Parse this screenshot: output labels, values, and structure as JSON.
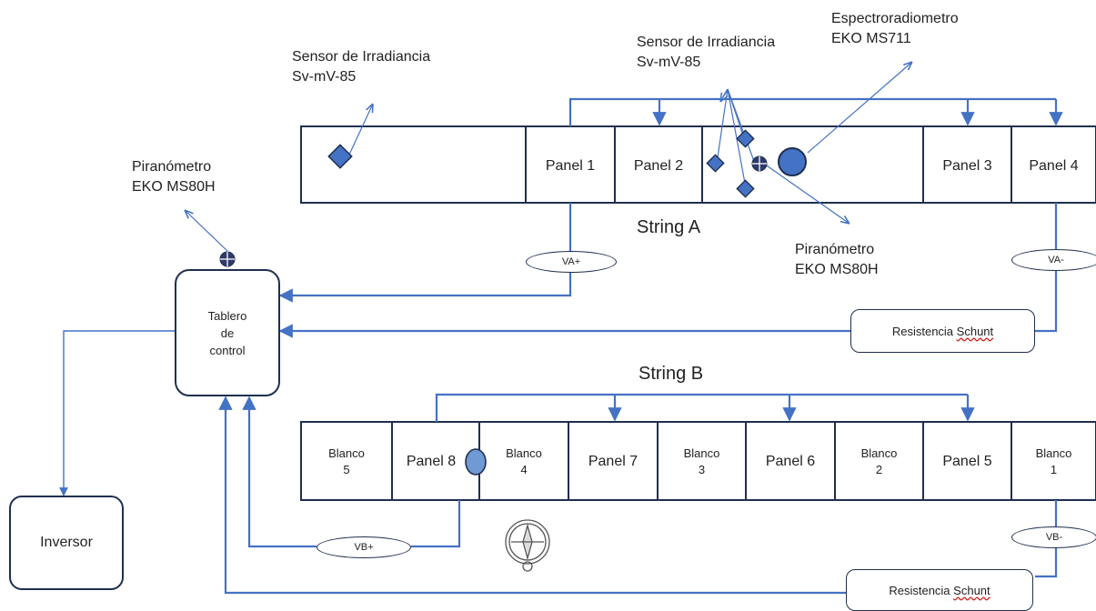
{
  "string_a": {
    "title": "String A",
    "cells": [
      "Panel 1",
      "Panel 2",
      "Panel 3",
      "Panel 4"
    ]
  },
  "string_b": {
    "title": "String B",
    "cells": [
      {
        "line1": "Blanco",
        "line2": "5"
      },
      {
        "line1": "Panel 8",
        "line2": ""
      },
      {
        "line1": "Blanco",
        "line2": "4"
      },
      {
        "line1": "Panel 7",
        "line2": ""
      },
      {
        "line1": "Blanco",
        "line2": "3"
      },
      {
        "line1": "Panel 6",
        "line2": ""
      },
      {
        "line1": "Blanco",
        "line2": "2"
      },
      {
        "line1": "Panel 5",
        "line2": ""
      },
      {
        "line1": "Blanco",
        "line2": "1"
      }
    ]
  },
  "labels": {
    "sensor_left": {
      "line1": "Sensor de Irradiancia",
      "line2": "Sv-mV-85"
    },
    "sensor_right": {
      "line1": "Sensor de Irradiancia",
      "line2": "Sv-mV-85"
    },
    "spectro": {
      "line1": "Espectroradiometro",
      "line2": "EKO MS711"
    },
    "pyrano_left": {
      "line1": "Piranómetro",
      "line2": "EKO MS80H"
    },
    "pyrano_right": {
      "line1": "Piranómetro",
      "line2": "EKO MS80H"
    }
  },
  "control": {
    "line1": "Tablero",
    "line2": "de",
    "line3": "control"
  },
  "inverter": "Inversor",
  "probes": {
    "va_plus": "VA+",
    "va_minus": "VA-",
    "vb_plus": "VB+",
    "vb_minus": "VB-"
  },
  "shunt_a": {
    "word1": "Resistencia",
    "word2": "Schunt"
  },
  "shunt_b": {
    "word1": "Resistencia",
    "word2": "Schunt"
  },
  "colors": {
    "wire": "#4472c4",
    "sensor": "#4472c4",
    "outline": "#1f2f4f",
    "pyranometer": "#2f3a6b"
  }
}
